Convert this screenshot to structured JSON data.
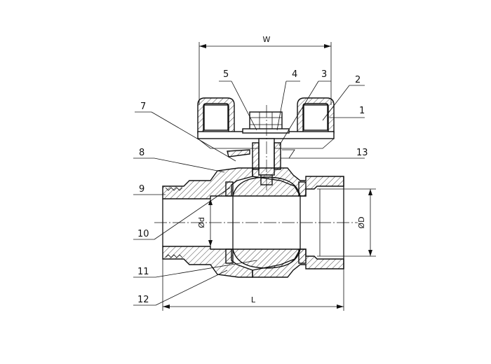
{
  "dimensions": {
    "width": "W",
    "length": "L",
    "inner_diameter": "Ød",
    "outer_diameter": "ØD"
  },
  "callouts": [
    "1",
    "2",
    "3",
    "4",
    "5",
    "7",
    "8",
    "9",
    "10",
    "11",
    "12",
    "13"
  ]
}
